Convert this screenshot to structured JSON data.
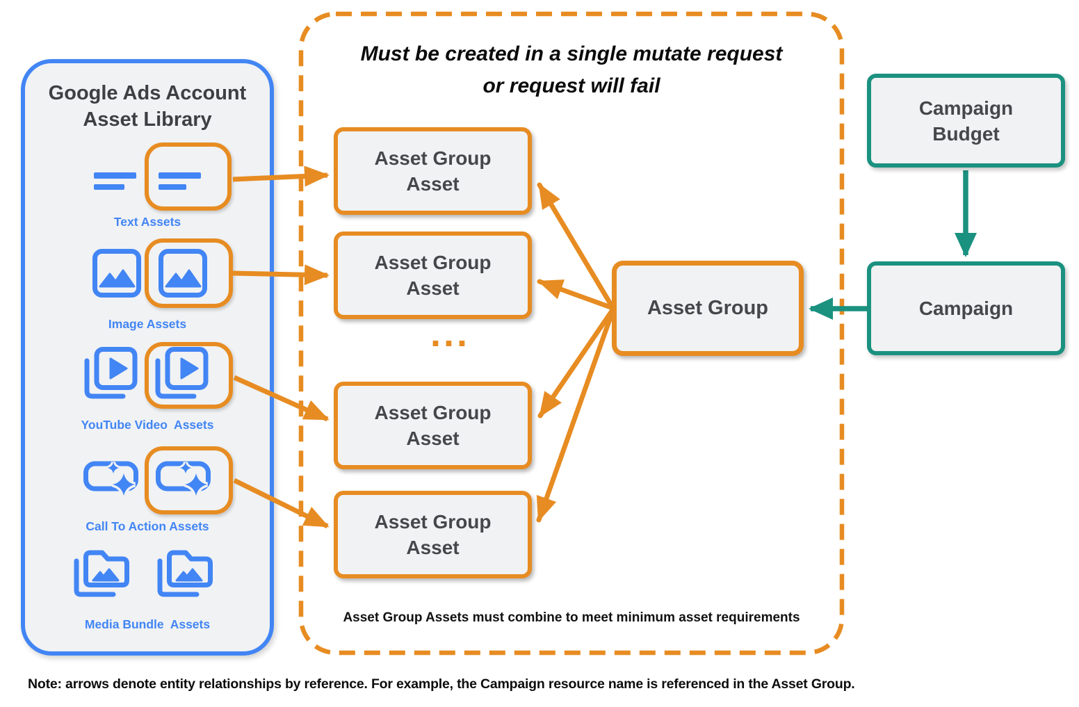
{
  "diagram": {
    "library": {
      "title": "Google Ads Account Asset Library",
      "items": [
        {
          "label": "Text Assets"
        },
        {
          "label": "Image Assets"
        },
        {
          "label": "YouTube Video  Assets"
        },
        {
          "label": "Call To Action Assets"
        },
        {
          "label": "Media Bundle  Assets"
        }
      ]
    },
    "mutate_box": {
      "title_line1": "Must be created in a single mutate request",
      "title_line2": "or request will fail",
      "asset_group_assets": [
        {
          "label": "Asset Group Asset"
        },
        {
          "label": "Asset Group Asset"
        },
        {
          "label": "Asset Group Asset"
        },
        {
          "label": "Asset Group Asset"
        }
      ],
      "ellipsis": "...",
      "footer": "Asset Group Assets must combine to meet minimum asset requirements"
    },
    "asset_group": {
      "label": "Asset Group"
    },
    "campaign_budget": {
      "label": "Campaign Budget"
    },
    "campaign": {
      "label": "Campaign"
    },
    "note": "Note: arrows denote entity relationships by reference. For example, the Campaign resource name is referenced in the Asset Group.",
    "colors": {
      "blue": "#4285F4",
      "orange": "#E78C22",
      "teal": "#1B9180",
      "node_fill": "#F1F2F3",
      "text_dark": "#3C4043"
    }
  }
}
